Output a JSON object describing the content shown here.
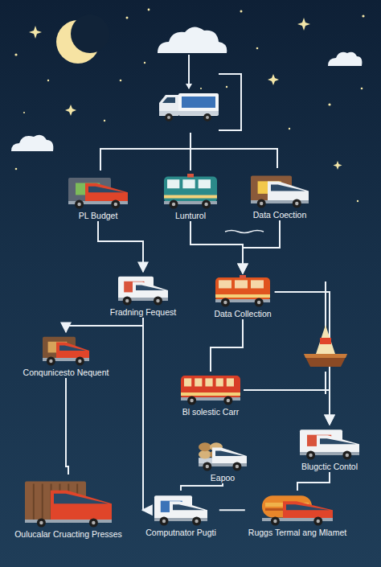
{
  "diagram": {
    "nodes": [
      {
        "text": [
          "PL Budget"
        ]
      },
      {
        "text": [
          "Lunturol"
        ]
      },
      {
        "text": [
          "Data Coection"
        ]
      },
      {
        "text": [
          "Fradning Fequest"
        ]
      },
      {
        "text": [
          "Data Collection"
        ]
      },
      {
        "text": [
          "Conqunicesto Nequent"
        ]
      },
      {
        "text": [
          "Bl solestic Carr"
        ]
      },
      {
        "text": [
          "Eapoo"
        ]
      },
      {
        "text": [
          "Blugctic Contol"
        ]
      },
      {
        "text": [
          "Oulucalar Cruacting Presses"
        ]
      },
      {
        "text": [
          "Computnator Pugti"
        ]
      },
      {
        "text": [
          "Ruggs Termal ang Mlamet"
        ]
      }
    ],
    "edges": [
      {
        "from": 0,
        "to": 3,
        "arrow": "to"
      },
      {
        "from": 1,
        "to": 4,
        "arrow": "to"
      },
      {
        "from": 2,
        "to": 4,
        "arrow": "to"
      },
      {
        "from": 3,
        "to": 5,
        "arrow": "to"
      },
      {
        "from": 4,
        "to": 6,
        "arrow": "none"
      },
      {
        "from": 4,
        "to": 8,
        "arrow": "to"
      },
      {
        "from": 6,
        "to": 8,
        "arrow": "to"
      },
      {
        "from": 5,
        "to": 9,
        "arrow": "none"
      },
      {
        "from": 3,
        "to": 10,
        "arrow": "to"
      },
      {
        "from": 7,
        "to": 10,
        "arrow": "none"
      },
      {
        "from": 10,
        "to": 11,
        "arrow": "none"
      },
      {
        "from": 8,
        "to": 11,
        "arrow": "none"
      }
    ]
  }
}
